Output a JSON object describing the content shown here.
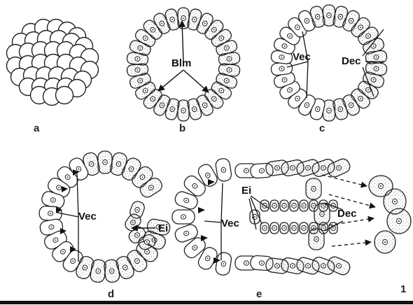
{
  "panels": [
    {
      "label": "a"
    },
    {
      "label": "b"
    },
    {
      "label": "c"
    },
    {
      "label": "d"
    },
    {
      "label": "e"
    }
  ],
  "callouts": {
    "blm": "Blm",
    "vec_c": "Vec",
    "dec_c": "Dec",
    "vec_d": "Vec",
    "ei_d": "Ei",
    "ei_e": "Ei",
    "vec_e": "Vec",
    "dec_e": "Dec"
  },
  "figure_number": "1",
  "colors": {
    "ink": "#222222",
    "dots": "#6a6a6a",
    "background": "#ffffff"
  }
}
